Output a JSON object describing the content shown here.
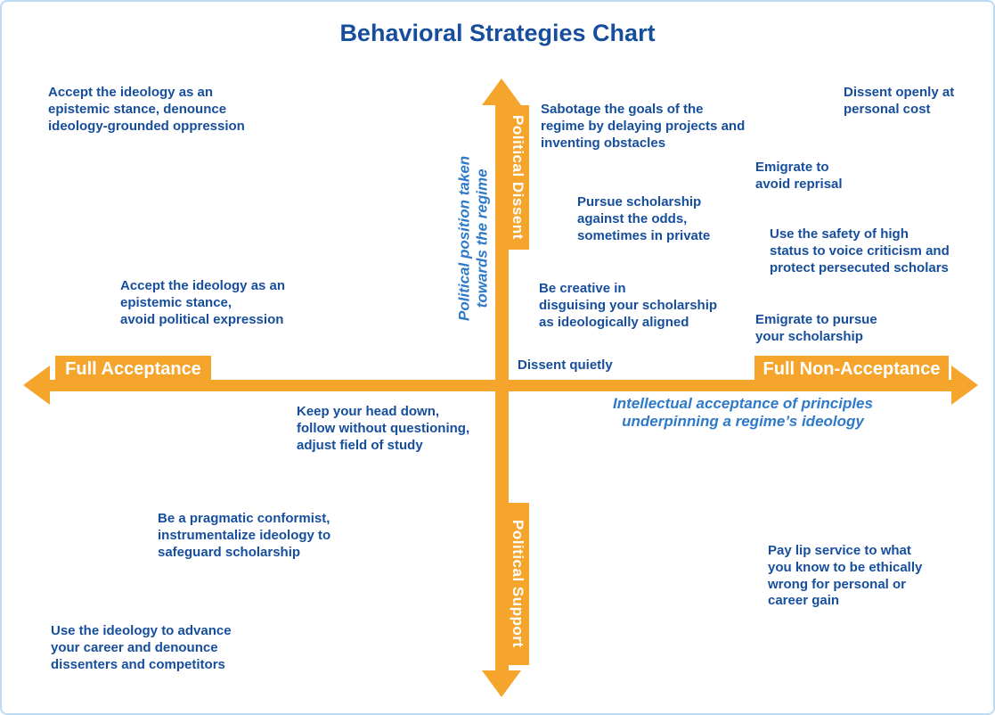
{
  "title": "Behavioral Strategies Chart",
  "colors": {
    "accent_orange": "#f5a42c",
    "strategy_text_blue": "#164e9c",
    "caption_italic_blue": "#2e7ac8",
    "page_border_blue": "#bedaf2"
  },
  "axes": {
    "vertical": {
      "top_label": "Political Dissent",
      "bottom_label": "Political Support",
      "caption": "Political position taken\ntowards the regime"
    },
    "horizontal": {
      "left_label": "Full Acceptance",
      "right_label": "Full Non-Acceptance",
      "caption": "Intellectual acceptance of principles\nunderpinning a regime’s ideology"
    }
  },
  "strategies": [
    {
      "quadrant": "top-left",
      "text": "Accept the ideology as an\nepistemic stance, denounce\nideology-grounded oppression"
    },
    {
      "quadrant": "top-left",
      "text": "Accept the ideology as an\nepistemic stance,\navoid political expression"
    },
    {
      "quadrant": "top-right",
      "text": "Sabotage the goals of the\nregime by delaying projects and\ninventing obstacles"
    },
    {
      "quadrant": "top-right",
      "text": "Dissent openly at\npersonal cost"
    },
    {
      "quadrant": "top-right",
      "text": "Emigrate to\navoid reprisal"
    },
    {
      "quadrant": "top-right",
      "text": "Pursue scholarship\nagainst the odds,\nsometimes in private"
    },
    {
      "quadrant": "top-right",
      "text": "Use the safety of high\nstatus to voice criticism and\nprotect persecuted scholars"
    },
    {
      "quadrant": "top-right",
      "text": "Be creative in\ndisguising your scholarship\nas ideologically aligned"
    },
    {
      "quadrant": "top-right",
      "text": "Emigrate to pursue\nyour scholarship"
    },
    {
      "quadrant": "top-right",
      "text": "Dissent quietly"
    },
    {
      "quadrant": "bottom-left",
      "text": "Keep your head down,\nfollow without questioning,\nadjust field of study"
    },
    {
      "quadrant": "bottom-left",
      "text": "Be a pragmatic conformist,\ninstrumentalize ideology to\nsafeguard scholarship"
    },
    {
      "quadrant": "bottom-left",
      "text": "Use the ideology to advance\nyour career and denounce\ndissenters and competitors"
    },
    {
      "quadrant": "bottom-right",
      "text": "Pay lip service to what\nyou know to be ethically\nwrong for personal or\ncareer gain"
    }
  ]
}
